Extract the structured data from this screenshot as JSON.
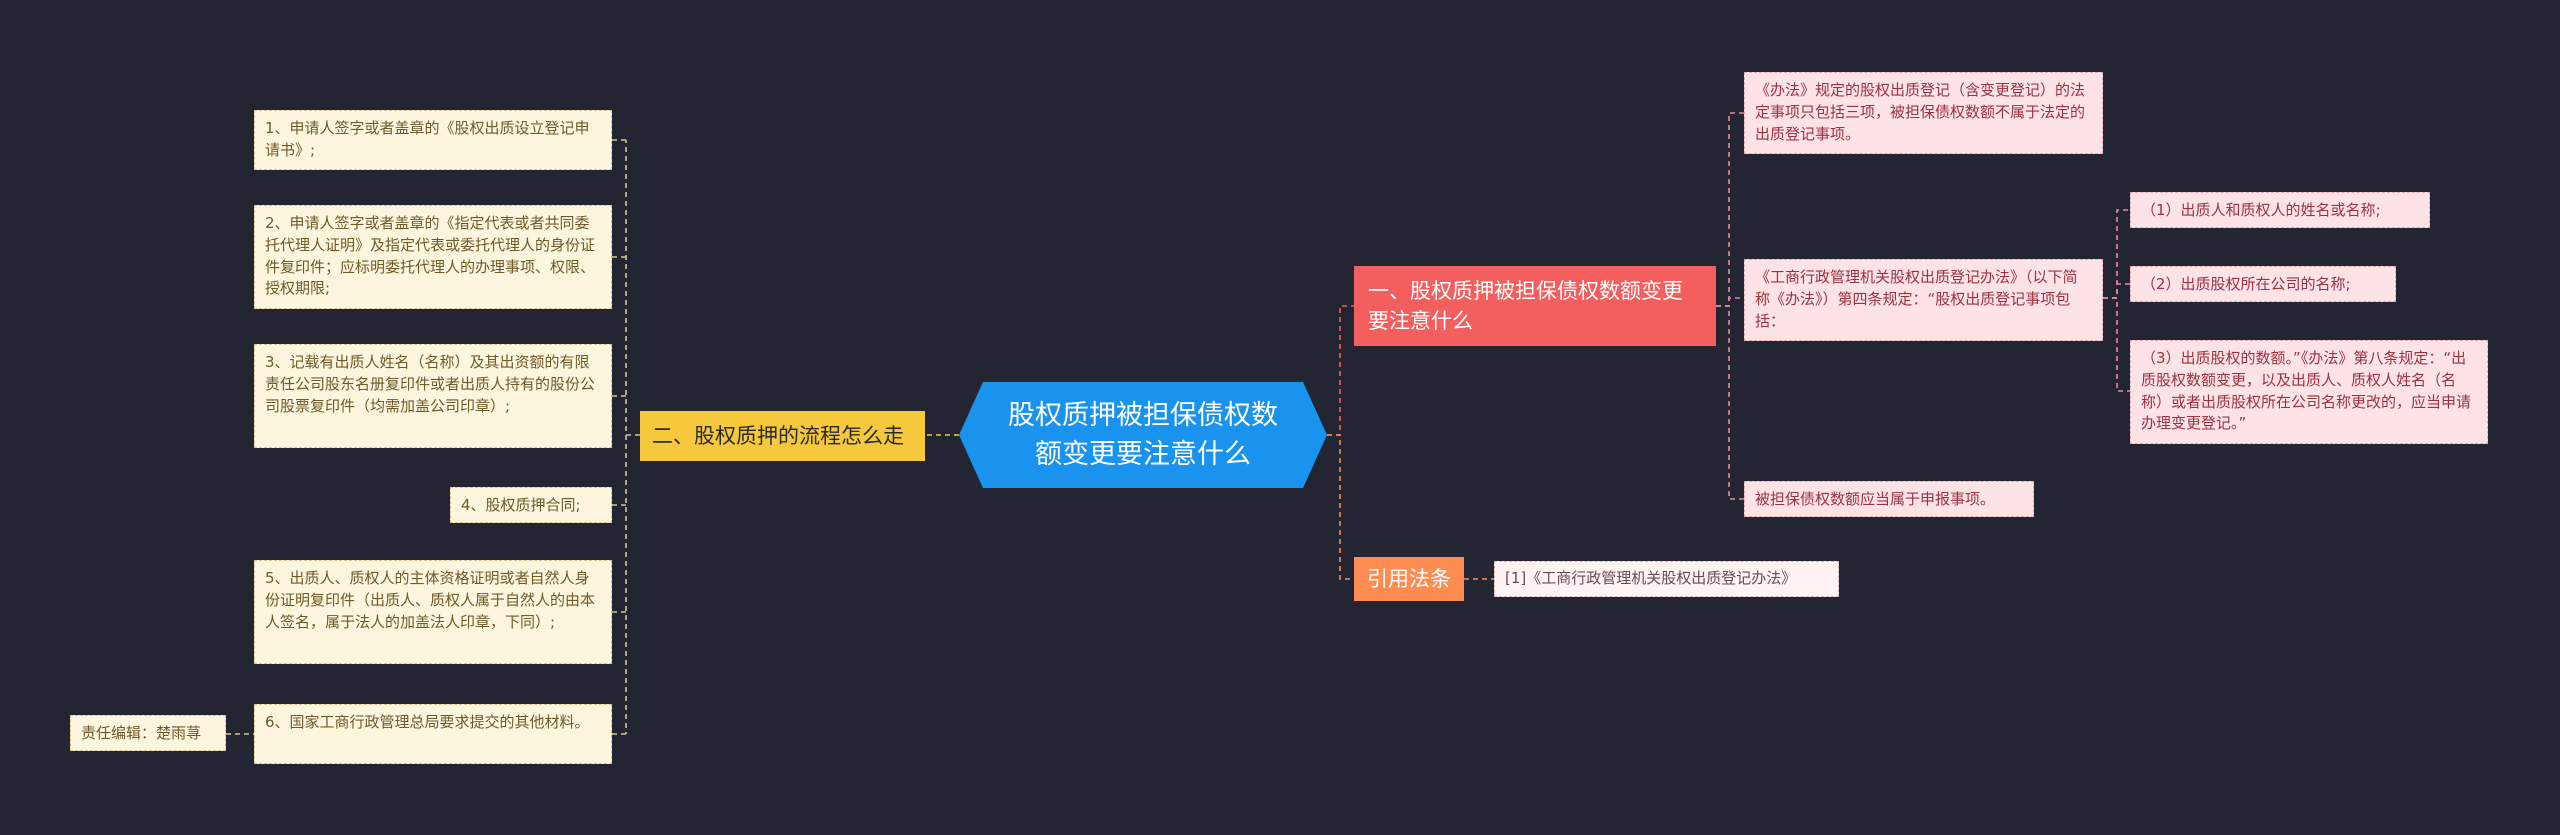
{
  "colors": {
    "background": "#232632",
    "root": "#1a93ef",
    "branch_1": "#f35e5e",
    "branch_2": "#f5c93b",
    "branch_3": "#ff8d52",
    "leaf_yellow": "#fdf6df",
    "leaf_pink": "#fde3e6"
  },
  "root": {
    "label": "股权质押被担保债权数额变更要注意什么"
  },
  "branch_1": {
    "label": "一、股权质押被担保债权数额变更要注意什么",
    "items": [
      {
        "text": "《办法》规定的股权出质登记（含变更登记）的法定事项只包括三项，被担保债权数额不属于法定的出质登记事项。"
      },
      {
        "text": "《工商行政管理机关股权出质登记办法》（以下简称《办法》）第四条规定：“股权出质登记事项包括：",
        "children": [
          "（1）出质人和质权人的姓名或名称;",
          "（2）出质股权所在公司的名称;",
          "（3）出质股权的数额。”《办法》第八条规定：“出质股权数额变更，以及出质人、质权人姓名（名称）或者出质股权所在公司名称更改的，应当申请办理变更登记。”"
        ]
      },
      {
        "text": "被担保债权数额应当属于申报事项。"
      }
    ]
  },
  "branch_2": {
    "label": "二、股权质押的流程怎么走",
    "items": [
      "1、申请人签字或者盖章的《股权出质设立登记申请书》;",
      "2、申请人签字或者盖章的《指定代表或者共同委托代理人证明》及指定代表或委托代理人的身份证件复印件；应标明委托代理人的办理事项、权限、授权期限;",
      "3、记载有出质人姓名（名称）及其出资额的有限责任公司股东名册复印件或者出质人持有的股份公司股票复印件（均需加盖公司印章）;",
      "4、股权质押合同;",
      "5、出质人、质权人的主体资格证明或者自然人身份证明复印件（出质人、质权人属于自然人的由本人签名，属于法人的加盖法人印章，下同）;",
      "6、国家工商行政管理总局要求提交的其他材料。"
    ],
    "editor": "责任编辑：楚雨荨"
  },
  "branch_3": {
    "label": "引用法条",
    "items": [
      "[1]《工商行政管理机关股权出质登记办法》"
    ]
  }
}
